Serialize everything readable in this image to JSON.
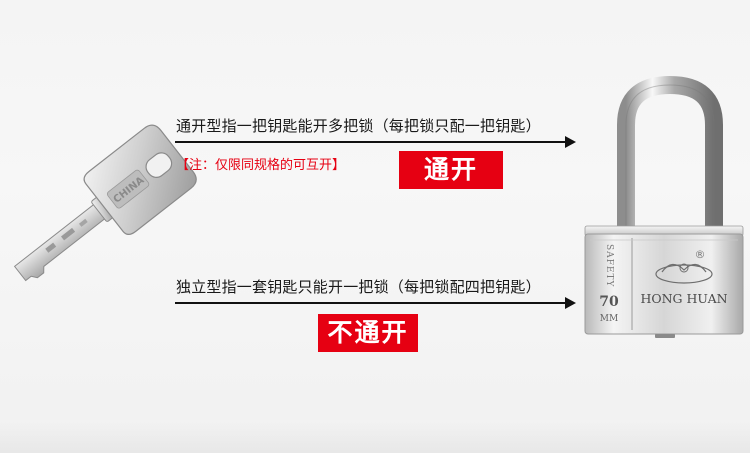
{
  "row1": {
    "description": "通开型指一把钥匙能开多把锁（每把锁只配一把钥匙）",
    "note": "【注：仅限同规格的可互开】",
    "badge": "通开"
  },
  "row2": {
    "description": "独立型指一套钥匙只能开一把锁（每把锁配四把钥匙）",
    "badge": "不通开"
  },
  "key": {
    "engraving": "CHINA"
  },
  "lock": {
    "brand": "HONG HUAN",
    "side_text": "SAFETY",
    "size": "70",
    "unit": "MM",
    "registered": "®"
  },
  "colors": {
    "accent_red": "#e60012",
    "text": "#1a1a1a",
    "arrow": "#111111"
  }
}
